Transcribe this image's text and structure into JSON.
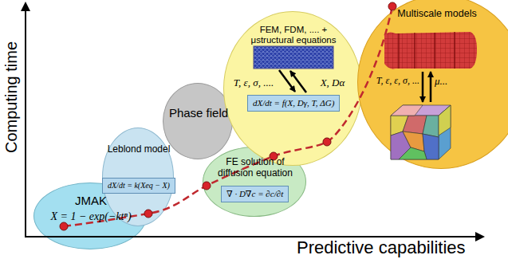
{
  "diagram": {
    "nodes": [
      {
        "text": [
          "JMAK",
          "X = 1 − exp(−ktⁿ)"
        ]
      },
      {
        "text": [
          "Leblond model"
        ]
      },
      {
        "text": [
          "dX/dt = k(Xeq − X)"
        ],
        "in": 1
      },
      {
        "text": [
          "Phase field"
        ]
      },
      {
        "text": [
          "FE solution of diffusion equation"
        ]
      },
      {
        "text": [
          "∇ · D∇c = ∂c/∂t"
        ],
        "in": 4
      },
      {
        "text": [
          "FEM, FDM, .... + μstructural equations",
          "T, ε, σ, ....",
          "X, Dα"
        ]
      },
      {
        "text": [
          "dX/dt = f(X, Dγ, T, ΔG)"
        ],
        "in": 6
      },
      {
        "text": [
          "Multiscale models",
          "T, ε, ε, σ, ...",
          "μ..."
        ]
      }
    ],
    "labels": [
      "Computing time",
      "Predictive capabilities"
    ]
  }
}
